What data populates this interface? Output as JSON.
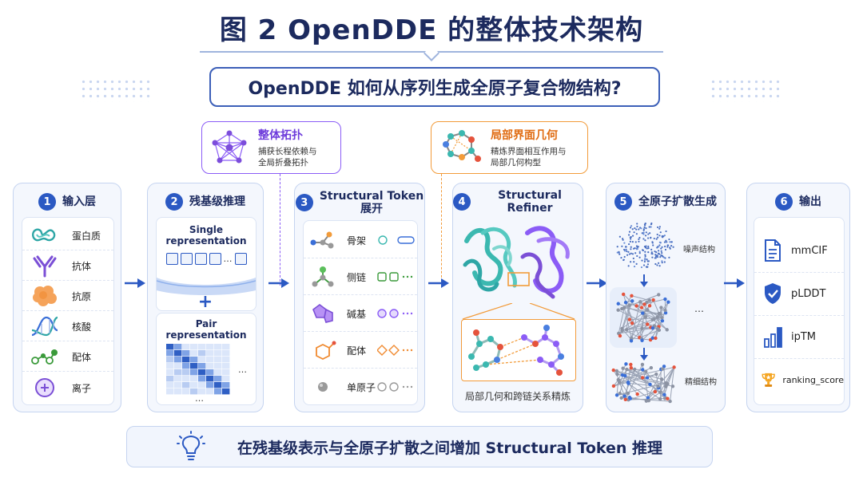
{
  "title": "图 2  OpenDDE 的整体技术架构",
  "question": "OpenDDE 如何从序列生成全原子复合物结构?",
  "callouts": {
    "topology": {
      "title": "整体拓扑",
      "desc1": "捕获长程依赖与",
      "desc2": "全局折叠拓扑"
    },
    "interface": {
      "title": "局部界面几何",
      "desc1": "精炼界面相互作用与",
      "desc2": "局部几何构型"
    }
  },
  "stages": [
    {
      "num": "1",
      "title": "输入层",
      "items": [
        {
          "label": "蛋白质",
          "icon": "protein-icon"
        },
        {
          "label": "抗体",
          "icon": "antibody-icon"
        },
        {
          "label": "抗原",
          "icon": "antigen-icon"
        },
        {
          "label": "核酸",
          "icon": "dna-icon"
        },
        {
          "label": "配体",
          "icon": "ligand-icon"
        },
        {
          "label": "离子",
          "icon": "ion-icon"
        }
      ]
    },
    {
      "num": "2",
      "title": "残基级推理",
      "single_label": "Single representation",
      "pair_label": "Pair representation",
      "plus": "+",
      "ellipsis": "…"
    },
    {
      "num": "3",
      "title_line1": "Structural Token",
      "title_line2": "展开",
      "items": [
        {
          "label": "骨架",
          "icon": "backbone-icon"
        },
        {
          "label": "侧链",
          "icon": "sidechain-icon"
        },
        {
          "label": "碱基",
          "icon": "base-icon"
        },
        {
          "label": "配体",
          "icon": "ligand-fragment-icon"
        },
        {
          "label": "单原子",
          "icon": "single-atom-icon"
        }
      ],
      "ellipsis": "…"
    },
    {
      "num": "4",
      "title": "Structural Refiner",
      "caption": "局部几何和跨链关系精炼"
    },
    {
      "num": "5",
      "title": "全原子扩散生成",
      "noise_label": "噪声结构",
      "refined_label": "精细结构",
      "ellipsis": "…"
    },
    {
      "num": "6",
      "title": "输出",
      "items": [
        {
          "label": "mmCIF",
          "icon": "file-icon"
        },
        {
          "label": "pLDDT",
          "icon": "shield-check-icon"
        },
        {
          "label": "ipTM",
          "icon": "bar-chart-icon"
        },
        {
          "label": "ranking_score",
          "icon": "trophy-icon"
        }
      ]
    }
  ],
  "bottom_note": "在残基级表示与全原子扩散之间增加 Structural Token 推理",
  "colors": {
    "accent": "#2b59c3",
    "purple": "#8b5cf6",
    "orange": "#f29b3a",
    "teal": "#3bb8b0",
    "card_bg": "#f4f7fd"
  }
}
